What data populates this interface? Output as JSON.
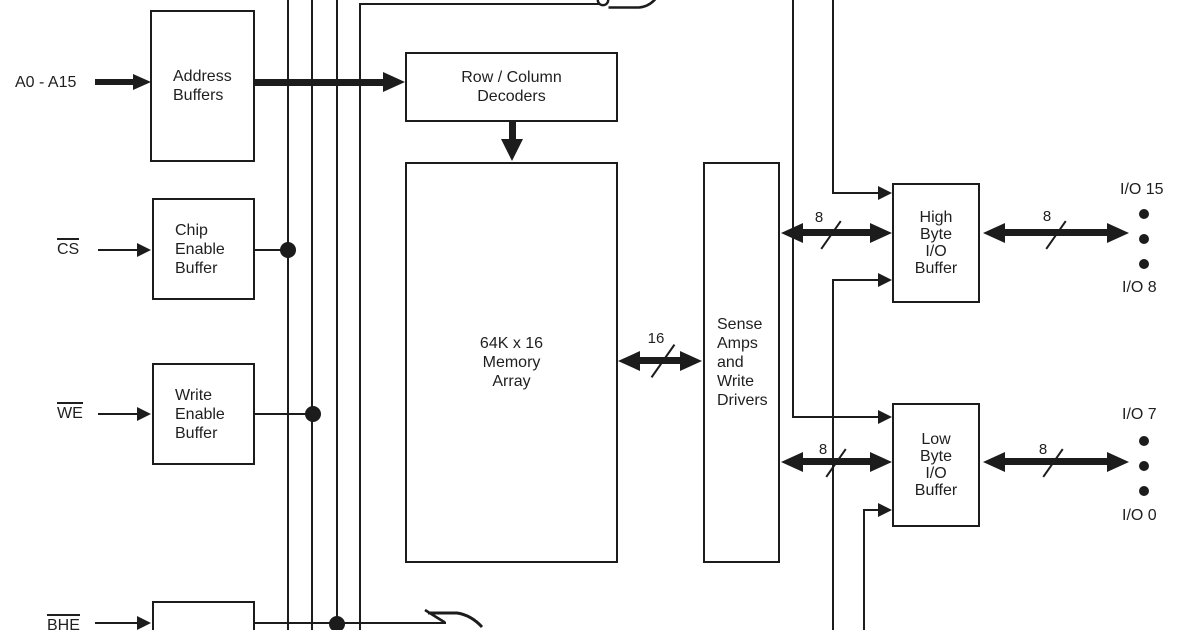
{
  "signals": {
    "address": "A0 - A15",
    "chip_select": "CS",
    "write_enable": "WE",
    "byte_high_enable": "BHE"
  },
  "blocks": {
    "address_buffers": {
      "lines": [
        "Address",
        "Buffers"
      ]
    },
    "chip_enable_buffer": {
      "lines": [
        "Chip",
        "Enable",
        "Buffer"
      ]
    },
    "write_enable_buffer": {
      "lines": [
        "Write",
        "Enable",
        "Buffer"
      ]
    },
    "row_column_decoders": {
      "lines": [
        "Row / Column",
        "Decoders"
      ]
    },
    "memory_array": {
      "lines": [
        "64K x 16",
        "Memory",
        "Array"
      ]
    },
    "sense_amps_write_drivers": {
      "lines": [
        "Sense",
        "Amps",
        "and",
        "Write",
        "Drivers"
      ]
    },
    "high_byte_io_buffer": {
      "lines": [
        "High",
        "Byte",
        "I/O",
        "Buffer"
      ]
    },
    "low_byte_io_buffer": {
      "lines": [
        "Low",
        "Byte",
        "I/O",
        "Buffer"
      ]
    }
  },
  "bus_widths": {
    "array_bus": "16",
    "high_byte_internal": "8",
    "high_byte_external": "8",
    "low_byte_internal": "8",
    "low_byte_external": "8"
  },
  "io_pins": {
    "high_msb": "I/O 15",
    "high_lsb": "I/O 8",
    "low_msb": "I/O 7",
    "low_lsb": "I/O 0"
  },
  "colors": {
    "line": "#1c1c1c",
    "text": "#1f1f1f",
    "background": "#ffffff"
  }
}
